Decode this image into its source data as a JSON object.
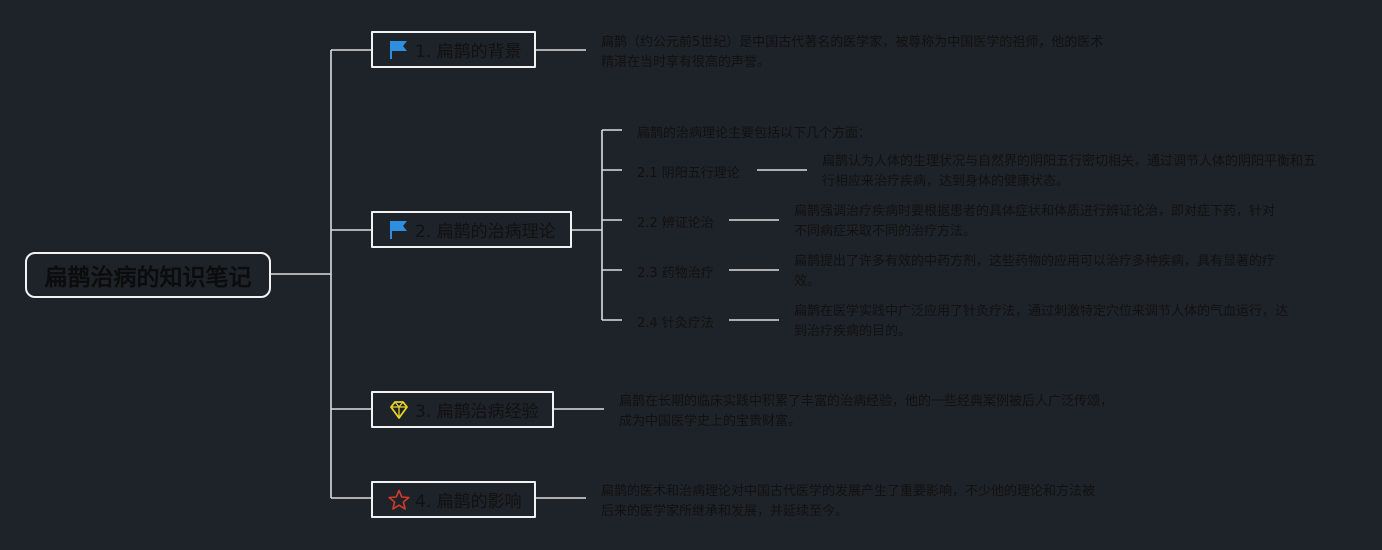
{
  "colors": {
    "background": "#1e2329",
    "line": "#dcdcdc",
    "node_border": "#f2f2f2",
    "flag_icon": "#2e8fe0",
    "diamond_icon": "#e8d32a",
    "star_icon": "#d43a2a"
  },
  "root": {
    "title": "扁鹊治病的知识笔记"
  },
  "branches": [
    {
      "label": "1. 扁鹊的背景",
      "icon": "flag-icon",
      "note": "扁鹊（约公元前5世纪）是中国古代著名的医学家，被尊称为中国医学的祖师，他的医术精湛在当时享有很高的声誉。"
    },
    {
      "label": "2. 扁鹊的治病理论",
      "icon": "flag-icon",
      "intro": "扁鹊的治病理论主要包括以下几个方面：",
      "children": [
        {
          "label": "2.1 阴阳五行理论",
          "note": "扁鹊认为人体的生理状况与自然界的阴阳五行密切相关，通过调节人体的阴阳平衡和五行相应来治疗疾病，达到身体的健康状态。"
        },
        {
          "label": "2.2 辨证论治",
          "note": "扁鹊强调治疗疾病时要根据患者的具体症状和体质进行辨证论治，即对症下药，针对不同病症采取不同的治疗方法。"
        },
        {
          "label": "2.3 药物治疗",
          "note": "扁鹊提出了许多有效的中药方剂，这些药物的应用可以治疗多种疾病，具有显著的疗效。"
        },
        {
          "label": "2.4 针灸疗法",
          "note": "扁鹊在医学实践中广泛应用了针灸疗法，通过刺激特定穴位来调节人体的气血运行，达到治疗疾病的目的。"
        }
      ]
    },
    {
      "label": "3. 扁鹊治病经验",
      "icon": "diamond-icon",
      "note": "扁鹊在长期的临床实践中积累了丰富的治病经验，他的一些经典案例被后人广泛传颂，成为中国医学史上的宝贵财富。"
    },
    {
      "label": "4. 扁鹊的影响",
      "icon": "star-icon",
      "note": "扁鹊的医术和治病理论对中国古代医学的发展产生了重要影响，不少他的理论和方法被后来的医学家所继承和发展，并延续至今。"
    }
  ]
}
